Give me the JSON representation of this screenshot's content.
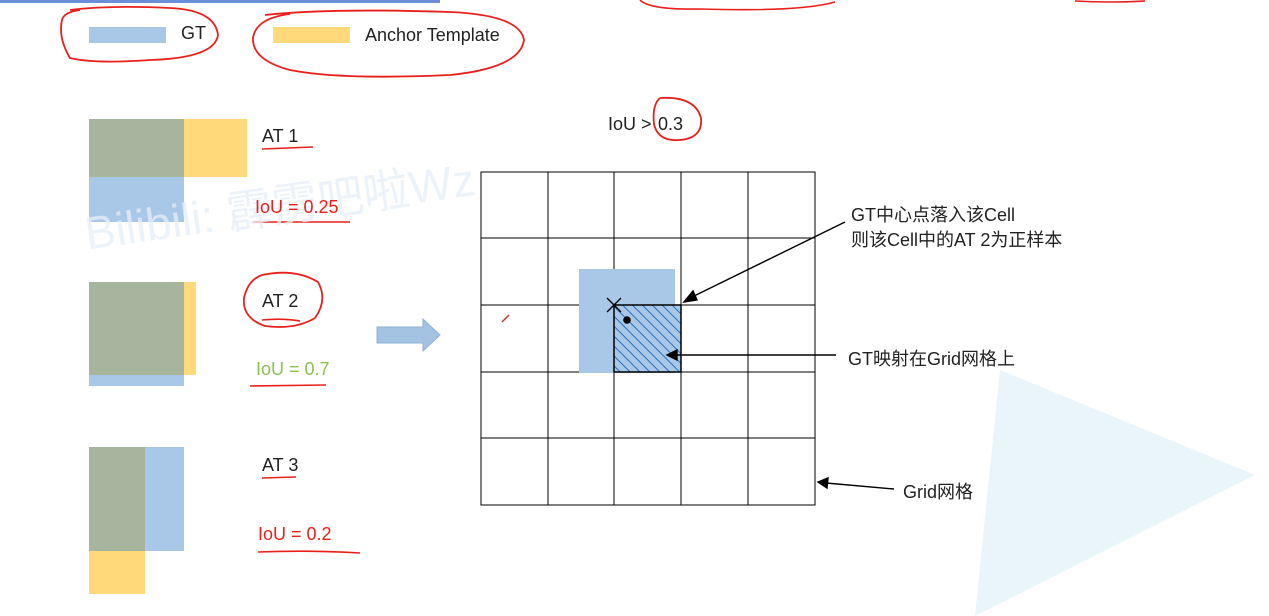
{
  "legend": {
    "gt_label": "GT",
    "anchor_label": "Anchor Template"
  },
  "anchors": [
    {
      "name": "AT 1",
      "iou": "IoU = 0.25"
    },
    {
      "name": "AT 2",
      "iou": "IoU = 0.7"
    },
    {
      "name": "AT 3",
      "iou": "IoU = 0.2"
    }
  ],
  "threshold": {
    "prefix": "IoU >",
    "value": "0.3"
  },
  "annotations": {
    "center_line1": "GT中心点落入该Cell",
    "center_line2": "则该Cell中的AT 2为正样本",
    "mapped": "GT映射在Grid网格上",
    "grid": "Grid网格"
  },
  "watermark": "Bilibili: 霹雳吧啦Wz",
  "colors": {
    "gt": "#a9c8e8",
    "anchor": "#ffd97a",
    "overlap": "#a8b59e",
    "annotation_red": "#e8201c",
    "iou_green": "#8cc04f",
    "arrow_fill": "#a4c3e3",
    "hatch": "#2a6fb8"
  }
}
